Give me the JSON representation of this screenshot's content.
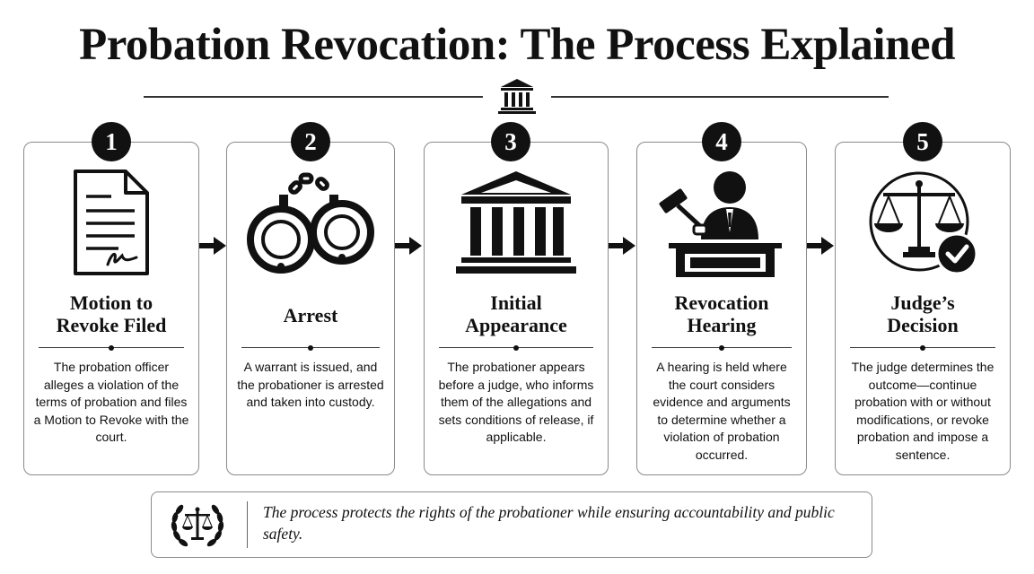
{
  "header": {
    "title": "Probation Revocation: The Process Explained",
    "icon": "courthouse-icon"
  },
  "steps": [
    {
      "number": "1",
      "title_lines": [
        "Motion to",
        "Revoke Filed"
      ],
      "icon": "document-signature-icon",
      "description": "The probation officer alleges a violation of the terms of probation and files a Motion to Revoke with the court."
    },
    {
      "number": "2",
      "title_lines": [
        "Arrest"
      ],
      "icon": "handcuffs-icon",
      "description": "A warrant is issued, and the probationer is arrested and taken into custody."
    },
    {
      "number": "3",
      "title_lines": [
        "Initial",
        "Appearance"
      ],
      "icon": "courthouse-icon",
      "description": "The probationer appears before a judge, who informs them of the allegations and sets conditions of release, if applicable."
    },
    {
      "number": "4",
      "title_lines": [
        "Revocation",
        "Hearing"
      ],
      "icon": "judge-gavel-icon",
      "description": "A hearing is held where the court considers evidence and arguments to determine whether a violation of probation occurred."
    },
    {
      "number": "5",
      "title_lines": [
        "Judge’s",
        "Decision"
      ],
      "icon": "scales-check-icon",
      "description": "The judge determines the outcome—continue probation with or without modifications, or revoke probation and impose a sentence."
    }
  ],
  "footer": {
    "icon": "scales-laurel-icon",
    "text": "The process protects the rights of the probationer while ensuring accountability and public safety."
  },
  "colors": {
    "ink": "#111111",
    "border": "#8a8a8a",
    "background": "#ffffff"
  }
}
